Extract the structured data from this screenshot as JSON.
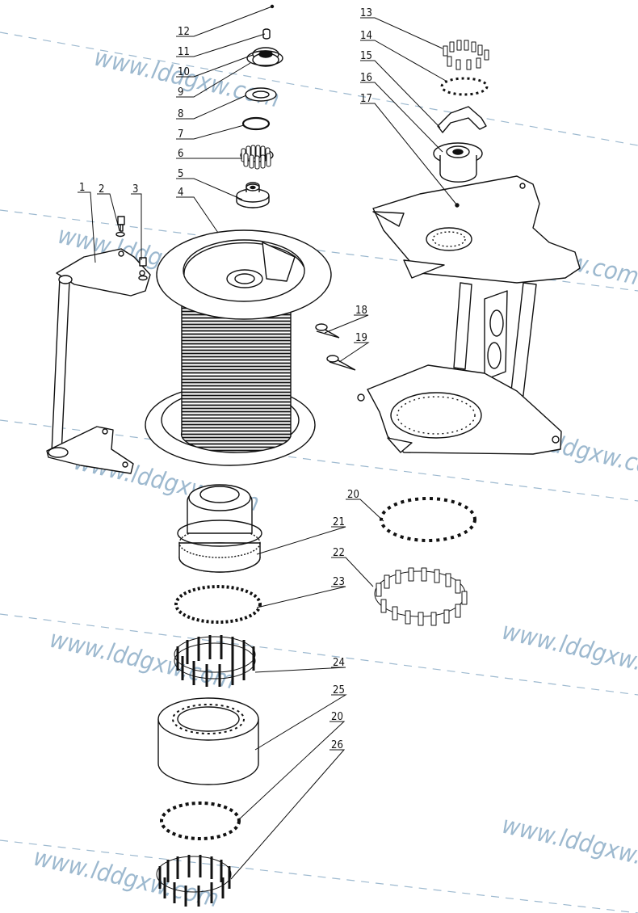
{
  "diagram": {
    "type": "exploded-assembly-drawing",
    "part_numbers": [
      "1",
      "2",
      "3",
      "4",
      "5",
      "6",
      "7",
      "8",
      "9",
      "10",
      "11",
      "12",
      "13",
      "14",
      "15",
      "16",
      "17",
      "18",
      "19",
      "20",
      "21",
      "22",
      "23",
      "24",
      "25",
      "20",
      "26"
    ]
  },
  "watermark": {
    "text": "www.lddgxw.com"
  },
  "colors": {
    "line": "#111111",
    "watermark": "#9db9cf",
    "background": "#ffffff"
  }
}
